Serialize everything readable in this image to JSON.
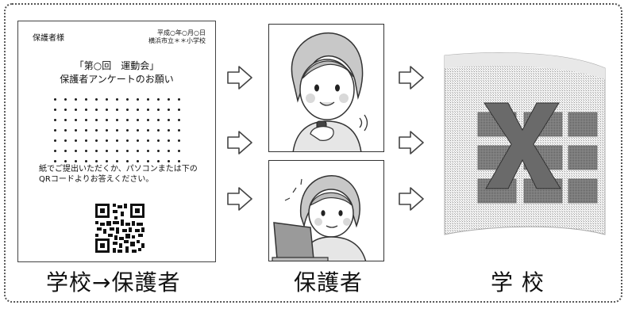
{
  "document": {
    "addressee": "保護者様",
    "date_line": "平成○年○月○日",
    "school_line": "横浜市立＊＊小学校",
    "title_line_1": "「第○回　運動会」",
    "title_line_2": "保護者アンケートのお願い",
    "message": "紙でご提出いただくか、パソコンまたは下のQRコードよりお答えください。"
  },
  "labels": {
    "school_to_guardian": "学校→保護者",
    "guardian": "保護者",
    "school": "学 校"
  },
  "icons": {
    "arrow": "right-arrow-outline-icon",
    "spreadsheet": "excel-icon",
    "qr": "qr-code-icon"
  }
}
